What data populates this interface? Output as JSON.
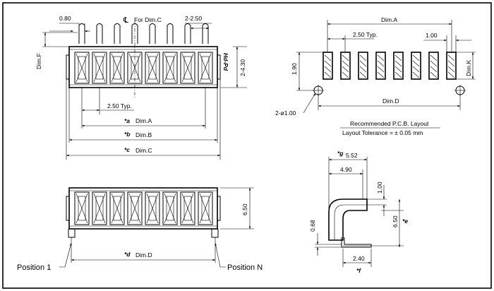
{
  "drawing": {
    "front_view": {
      "dim_080": "0.80",
      "centerline_label": "For Dim.C",
      "dim_pitch_top": "2-2.50",
      "dim_f": "Dim.F",
      "marking": "Hd-Pd",
      "dim_height": "2-4.30",
      "dim_typ": "2.50 Typ.",
      "star_a": "*a",
      "dim_a": "Dim.A",
      "star_b": "*b",
      "dim_b": "Dim.B",
      "star_c": "*c",
      "dim_c": "Dim.C"
    },
    "pcb_layout": {
      "dim_a": "Dim.A",
      "dim_typ": "2.50 Typ.",
      "dim_100": "1.00",
      "dim_k": "Dim.K",
      "dim_190": "1.90",
      "dim_d": "Dim.D",
      "hole": "2-ø1.00",
      "title": "Recommended P.C.B. Layout",
      "tolerance": "Layout Tolerance = ± 0.05 mm"
    },
    "bottom_view": {
      "dim_650": "6.50",
      "star_d": "*d",
      "dim_d": "Dim.D",
      "position_1": "Position 1",
      "position_n": "Position N"
    },
    "side_view": {
      "star_g": "*g",
      "dim_552": "5.52",
      "dim_490": "4.90",
      "dim_100": "1.00",
      "dim_650": "6.50",
      "star_e": "*e",
      "dim_068": "0.68",
      "dim_240": "2.40",
      "star_f": "*f"
    }
  }
}
